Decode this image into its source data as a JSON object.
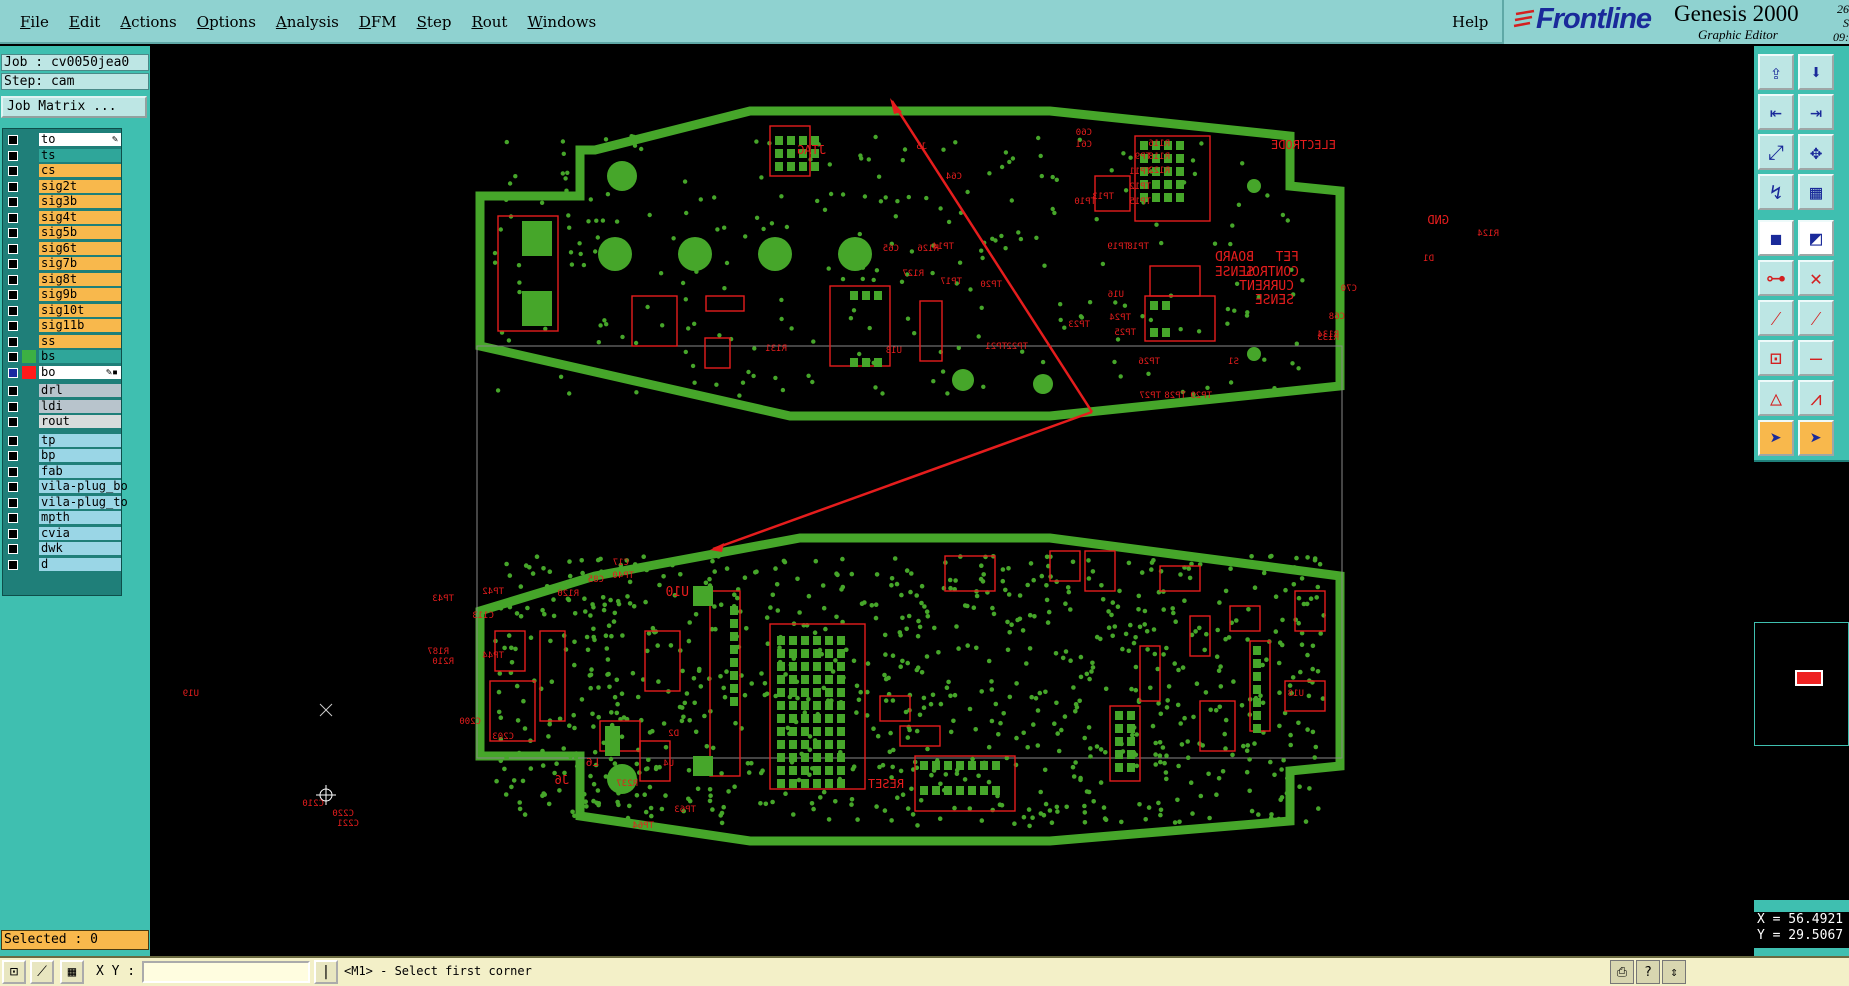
{
  "menubar": {
    "items": [
      "File",
      "Edit",
      "Actions",
      "Options",
      "Analysis",
      "DFM",
      "Step",
      "Rout",
      "Windows"
    ],
    "help": "Help"
  },
  "brand": {
    "logo_icon": "frontline-swoosh-icon",
    "name": "Frontline",
    "product": "Genesis 2000",
    "subtitle": "Graphic Editor",
    "date_line1": "26 S",
    "date_line2": "09:"
  },
  "left_panel": {
    "job": "Job : cv0050jea0",
    "step": "Step: cam",
    "job_matrix": "Job Matrix ...",
    "selected": "Selected : 0",
    "layers": [
      {
        "name": "to",
        "color": "#ffffff",
        "marker": "✎"
      },
      {
        "name": "ts",
        "color": "#2fa69a"
      },
      {
        "name": "cs",
        "color": "#f8b84c"
      },
      {
        "name": "sig2t",
        "color": "#f8b84c"
      },
      {
        "name": "sig3b",
        "color": "#f8b84c"
      },
      {
        "name": "sig4t",
        "color": "#f8b84c"
      },
      {
        "name": "sig5b",
        "color": "#f8b84c"
      },
      {
        "name": "sig6t",
        "color": "#f8b84c"
      },
      {
        "name": "sig7b",
        "color": "#f8b84c"
      },
      {
        "name": "sig8t",
        "color": "#f8b84c"
      },
      {
        "name": "sig9b",
        "color": "#f8b84c"
      },
      {
        "name": "sig10t",
        "color": "#f8b84c"
      },
      {
        "name": "sig11b",
        "color": "#f8b84c"
      },
      {
        "name": "ss",
        "color": "#f8b84c"
      },
      {
        "name": "bs",
        "color": "#2fa69a",
        "swatch": "#3cb043"
      },
      {
        "name": "bo",
        "color": "#ffffff",
        "swatch": "#ff1a1a",
        "marker": "✎▪",
        "active": true
      },
      {
        "name": "drl",
        "color": "#b8c4cc",
        "gap": true
      },
      {
        "name": "ldi",
        "color": "#b8c4cc"
      },
      {
        "name": "rout",
        "color": "#d8dcdc"
      },
      {
        "name": "tp",
        "color": "#9ad6e6",
        "gap": true
      },
      {
        "name": "bp",
        "color": "#9ad6e6"
      },
      {
        "name": "fab",
        "color": "#9ad6e6"
      },
      {
        "name": "vila-plug_bo",
        "color": "#9ad6e6"
      },
      {
        "name": "vila-plug_to",
        "color": "#9ad6e6"
      },
      {
        "name": "mpth",
        "color": "#9ad6e6"
      },
      {
        "name": "cvia",
        "color": "#9ad6e6"
      },
      {
        "name": "dwk",
        "color": "#9ad6e6"
      },
      {
        "name": "d",
        "color": "#9ad6e6"
      }
    ]
  },
  "canvas": {
    "board_color": "#46a62a",
    "component_color": "#e51d1d",
    "labels_top": [
      "ELECTRODE",
      "JTAG",
      "GND",
      "FET",
      "CONTROL",
      "BOARD",
      "SENSE",
      "CURRENT",
      "SENSE",
      "TP9",
      "TP11",
      "TP12",
      "TP15",
      "TP13",
      "TP10",
      "TP18",
      "TP19",
      "TP14",
      "TP17",
      "TP20",
      "TP21",
      "TP22",
      "TP23",
      "TP24",
      "TP25",
      "TP26",
      "TP27",
      "TP28",
      "TP29",
      "J5",
      "U16",
      "U13",
      "D1",
      "C60",
      "C61",
      "C64",
      "C65",
      "C68",
      "C70",
      "R116",
      "R118",
      "R122",
      "R124",
      "R126",
      "R127",
      "R131",
      "R133",
      "R134",
      "S1"
    ],
    "labels_bottom": [
      "U10",
      "J6",
      "L6",
      "RESET",
      "TP63",
      "TP64",
      "TP40",
      "TP42",
      "TP43",
      "TP44",
      "U19",
      "U18",
      "C17",
      "C85",
      "C113",
      "C200",
      "C203",
      "C210",
      "C220",
      "C221",
      "R120",
      "R187",
      "R210",
      "R237",
      "D2",
      "U4"
    ]
  },
  "right_panel": {
    "tools": [
      "export-icon",
      "save-icon",
      "zoom-in-icon",
      "zoom-out-icon",
      "fit-icon",
      "pan-icon",
      "measure-icon",
      "grid-icon",
      "snap-icon",
      "move-icon",
      "connect-icon",
      "cross-icon",
      "line-icon",
      "arc-icon",
      "pad-icon",
      "minus-icon",
      "triangle-icon",
      "select-icon",
      "pointer-icon",
      "pointer-alt-icon"
    ],
    "x_coord": "X = 56.4921",
    "y_coord": "Y = 29.5067"
  },
  "statusbar": {
    "xy_label": "X Y :",
    "xy_value": "",
    "prompt": "<M1> - Select first corner",
    "icons": [
      "print-icon",
      "help-icon",
      "scroll-icon"
    ]
  }
}
